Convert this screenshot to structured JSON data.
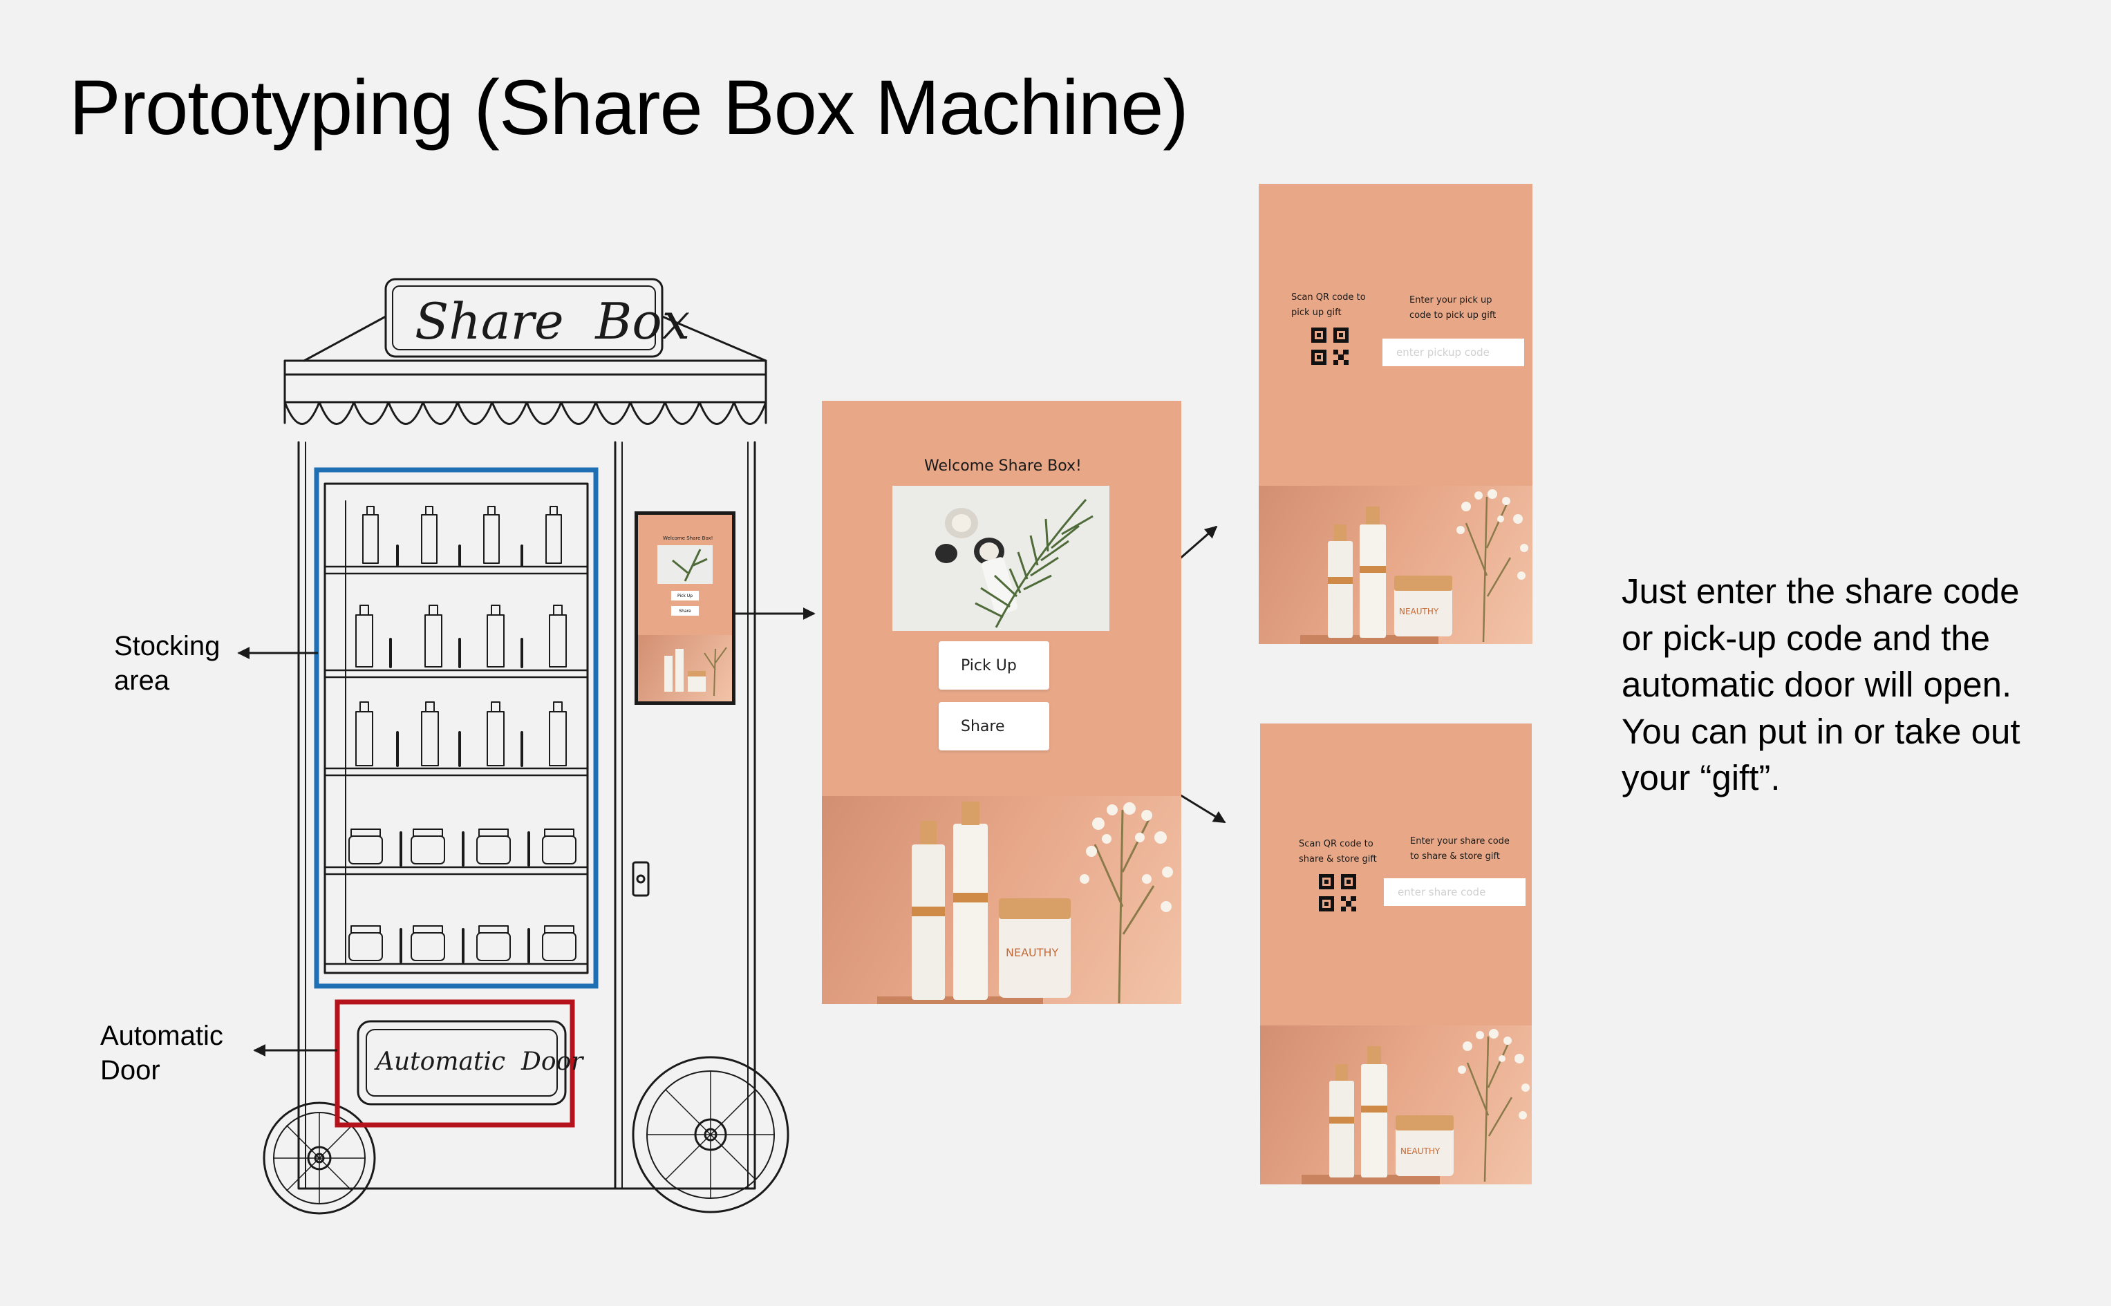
{
  "page": {
    "title": "Prototyping (Share Box Machine)"
  },
  "machine": {
    "sign_text": "Share  Box",
    "door_sign_text": "Automatic  Door",
    "colors": {
      "stocking_highlight": "#1f6fb4",
      "door_highlight": "#b5121b",
      "sketch_ink": "#1a1a1a"
    }
  },
  "callouts": {
    "stocking_area": [
      "Stocking",
      "area"
    ],
    "automatic_door": [
      "Automatic",
      "Door"
    ]
  },
  "welcome_screen": {
    "heading": "Welcome Share Box!",
    "pickup_button": "Pick Up",
    "share_button": "Share",
    "product_brand": "NEAUTHY",
    "background": "#e8a888"
  },
  "mini_screen": {
    "heading": "Welcome Share Box!",
    "pickup_button": "Pick Up",
    "share_button": "Share"
  },
  "pickup_screen": {
    "qr_label": [
      "Scan QR code to",
      "pick up gift"
    ],
    "code_label": [
      "Enter your pick up",
      "code to pick up gift"
    ],
    "code_placeholder": "enter pickup code",
    "product_brand": "NEAUTHY"
  },
  "share_screen": {
    "qr_label": [
      "Scan QR code to",
      "share & store gift"
    ],
    "code_label": [
      "Enter your share code",
      "to share & store gift"
    ],
    "code_placeholder": "enter share code",
    "product_brand": "NEAUTHY"
  },
  "description": [
    "Just enter the share code",
    "or pick-up code and the",
    "automatic door will open.",
    "You can put in or take out",
    "your “gift”."
  ]
}
